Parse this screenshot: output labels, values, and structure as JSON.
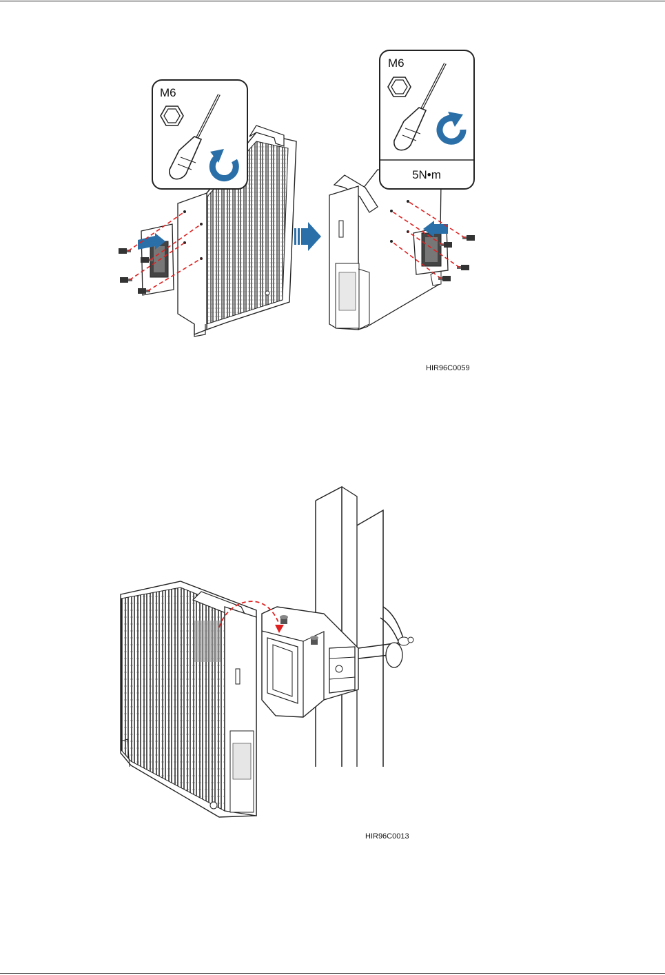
{
  "figures": [
    {
      "code": "HIR96C0059",
      "left_callout": {
        "label": "M6",
        "rotation": "counterclockwise"
      },
      "right_callout": {
        "label": "M6",
        "torque": "5N•m",
        "rotation": "clockwise"
      }
    },
    {
      "code": "HIR96C0013"
    }
  ],
  "colors": {
    "accent_blue": "#2a6fa8",
    "dash_red": "#e02020",
    "line": "#222222"
  }
}
